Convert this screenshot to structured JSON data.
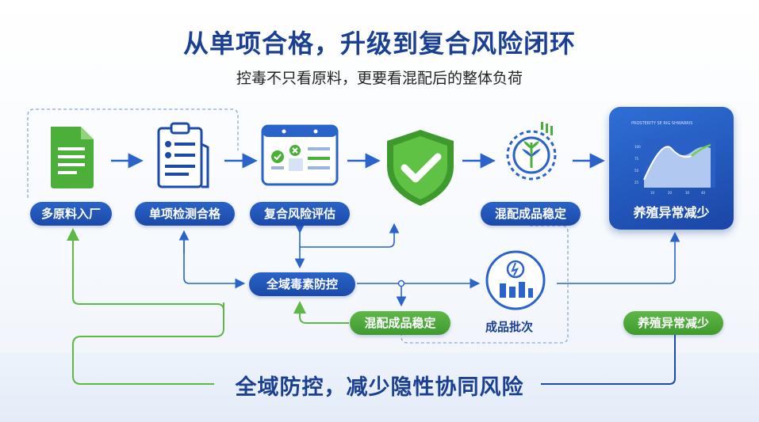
{
  "title": "从单项合格，升级到复合风险闭环",
  "subtitle": "控毒不只看原料，更要看混配后的整体负荷",
  "steps": {
    "s1": "多原料入厂",
    "s2": "单项检测合格",
    "s3": "复合风险评估",
    "s5": "混配成品稳定",
    "s6": "养殖异常减少"
  },
  "middle": {
    "control": "全域毒素防控",
    "stable": "混配成品稳定",
    "batch": "成品批次",
    "reduce": "养殖异常减少"
  },
  "bottom": "全域防控，减少隐性协同风险",
  "card_chart_title": "PROSTERITY SE RIG SHWARRIS",
  "colors": {
    "brand_blue": "#1b4aa8",
    "accent_green": "#3f9a2e",
    "line_blue": "#2a63c9",
    "line_green": "#5fb746"
  }
}
